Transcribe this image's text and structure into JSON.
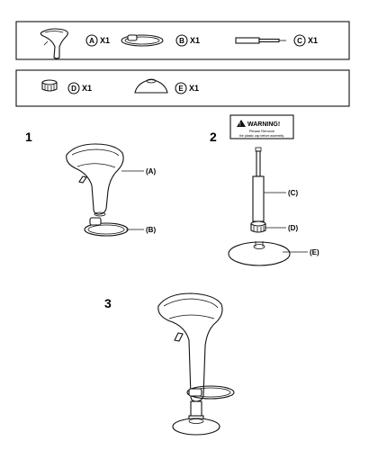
{
  "parts_box_1": [
    {
      "letter": "A",
      "qty": "X1",
      "icon": "seat-icon"
    },
    {
      "letter": "B",
      "qty": "X1",
      "icon": "footrest-ring-icon"
    },
    {
      "letter": "C",
      "qty": "X1",
      "icon": "gas-cylinder-icon"
    }
  ],
  "parts_box_2": [
    {
      "letter": "D",
      "qty": "X1",
      "icon": "nut-icon"
    },
    {
      "letter": "E",
      "qty": "X1",
      "icon": "base-icon"
    }
  ],
  "steps": {
    "step1": {
      "number": "1",
      "label_a": "(A)",
      "label_b": "(B)"
    },
    "step2": {
      "number": "2",
      "warning_title": "WARNING!",
      "warning_line1": "Please Remove",
      "warning_line2": "the plastic cap before assembly.",
      "label_c": "(C)",
      "label_d": "(D)",
      "label_e": "(E)"
    },
    "step3": {
      "number": "3"
    }
  }
}
